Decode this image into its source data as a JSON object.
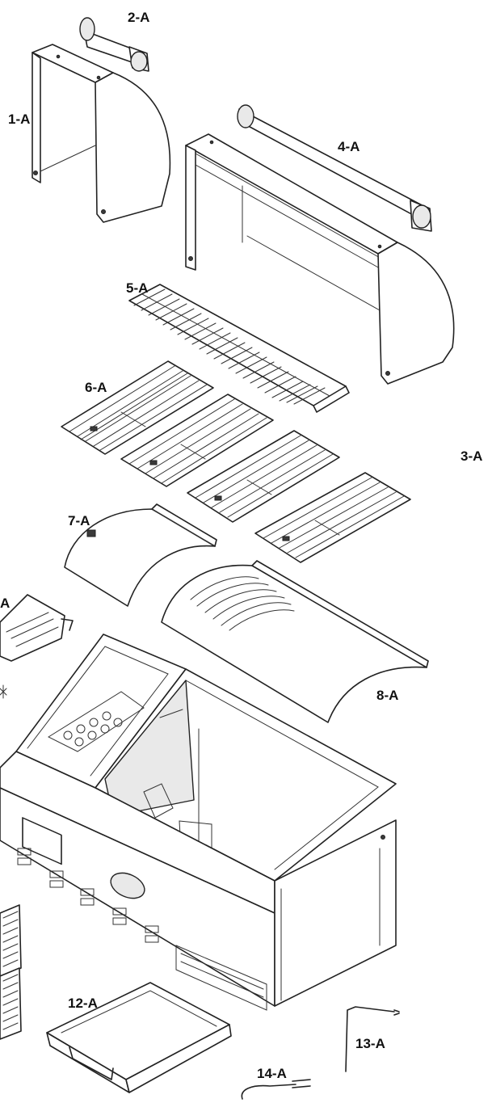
{
  "labels": {
    "part_1a": "1-A",
    "part_2a": "2-A",
    "part_3a": "3-A",
    "part_4a": "4-A",
    "part_5a": "5-A",
    "part_6a": "6-A",
    "part_7a": "7-A",
    "part_8a": "8-A",
    "part_9a_partial": "A",
    "part_12a": "12-A",
    "part_13a": "13-A",
    "part_14a": "14-A"
  },
  "colors": {
    "line": "#222222",
    "background": "#ffffff"
  }
}
